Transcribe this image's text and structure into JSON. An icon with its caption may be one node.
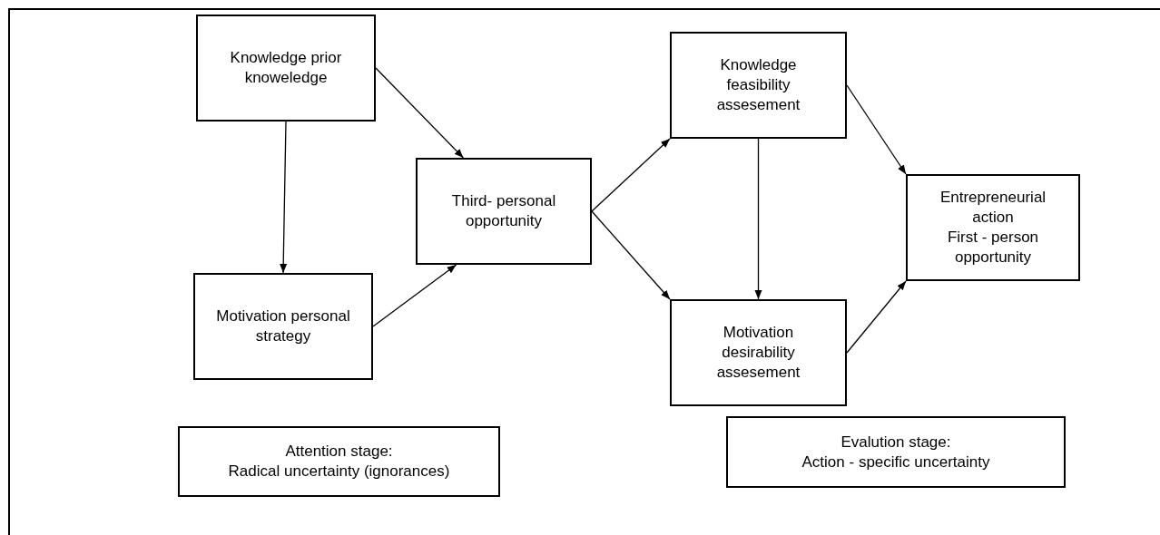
{
  "diagram": {
    "nodes": [
      {
        "text": [
          "Knowledge prior knoweledge"
        ]
      },
      {
        "text": [
          "Motivation personal strategy"
        ]
      },
      {
        "text": [
          "Third- personal opportunity"
        ]
      },
      {
        "text": [
          "Knowledge feasibility assesement"
        ]
      },
      {
        "text": [
          "Motivation desirability assesement"
        ]
      },
      {
        "text": [
          "Entrepreneurial action",
          "First - person opportunity"
        ]
      },
      {
        "text": [
          "Attention stage:",
          "Radical uncertainty (ignorances)"
        ]
      },
      {
        "text": [
          "Evalution stage:",
          "Action - specific uncertainty"
        ]
      }
    ],
    "edges": [
      {
        "from": 0,
        "to": 2,
        "arrow": "to"
      },
      {
        "from": 0,
        "to": 1,
        "arrow": "to"
      },
      {
        "from": 1,
        "to": 2,
        "arrow": "to"
      },
      {
        "from": 2,
        "to": 3,
        "arrow": "to"
      },
      {
        "from": 2,
        "to": 4,
        "arrow": "to"
      },
      {
        "from": 3,
        "to": 4,
        "arrow": "to"
      },
      {
        "from": 3,
        "to": 5,
        "arrow": "to"
      },
      {
        "from": 4,
        "to": 5,
        "arrow": "to"
      }
    ]
  }
}
